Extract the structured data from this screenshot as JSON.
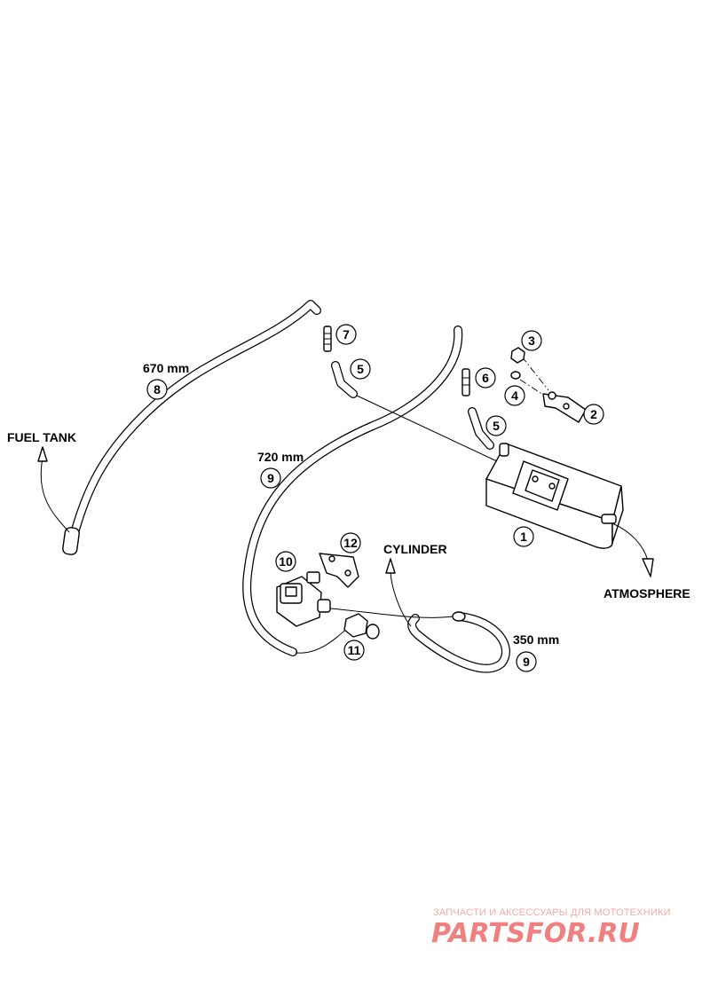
{
  "labels": {
    "fuel_tank": "FUEL TANK",
    "atmosphere": "ATMOSPHERE",
    "cylinder": "CYLINDER"
  },
  "dimensions": {
    "hose_8": "670 mm",
    "hose_9_long": "720 mm",
    "hose_9_short": "350 mm"
  },
  "callouts": {
    "c1": "1",
    "c2": "2",
    "c3": "3",
    "c4": "4",
    "c5a": "5",
    "c5b": "5",
    "c6": "6",
    "c7": "7",
    "c8": "8",
    "c9a": "9",
    "c9b": "9",
    "c10": "10",
    "c11": "11",
    "c12": "12"
  },
  "watermark": {
    "tagline": "ЗАПЧАСТИ И АКСЕССУАРЫ ДЛЯ МОТОТЕХНИКИ",
    "brand": "PARTSFOR.RU"
  }
}
